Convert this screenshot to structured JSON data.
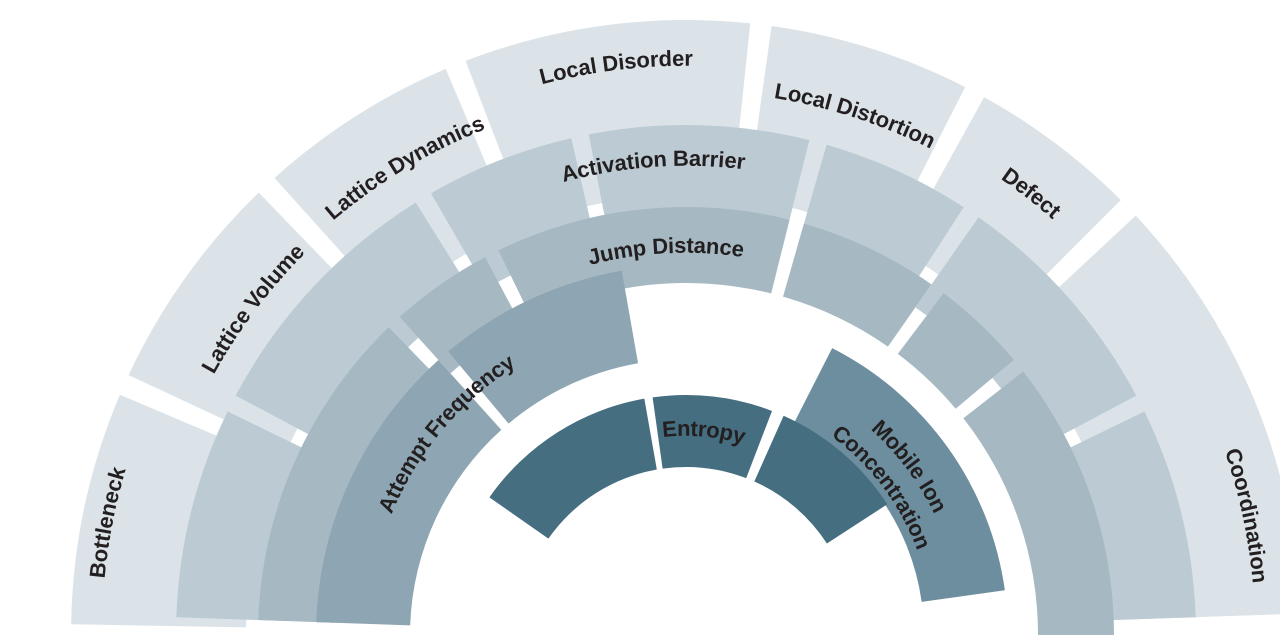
{
  "colors": {
    "ring1": "#456e80",
    "ring2": "#6d8e9e",
    "ring3": "#8ea6b3",
    "ring4": "#a6b9c3",
    "ring5": "#bccbd3",
    "ring6": "#dbe3e8"
  },
  "rings": [
    {
      "id": "ring-1",
      "color_key": "ring1",
      "segments": [
        {
          "label": ""
        },
        {
          "label": "Entropy"
        },
        {
          "label": ""
        }
      ]
    },
    {
      "id": "ring-2",
      "color_key": "ring2",
      "segments": [
        {
          "label": "Mobile Ion Concentration",
          "lines": [
            "Mobile Ion",
            "Concentration"
          ]
        }
      ]
    },
    {
      "id": "ring-3",
      "color_key": "ring3",
      "segments": [
        {
          "label": "Attempt Frequency"
        },
        {
          "label": ""
        }
      ]
    },
    {
      "id": "ring-4",
      "color_key": "ring4",
      "segments": [
        {
          "label": ""
        },
        {
          "label": ""
        },
        {
          "label": "Jump Distance"
        },
        {
          "label": ""
        },
        {
          "label": ""
        },
        {
          "label": ""
        }
      ]
    },
    {
      "id": "ring-5",
      "color_key": "ring5",
      "segments": [
        {
          "label": ""
        },
        {
          "label": ""
        },
        {
          "label": ""
        },
        {
          "label": "Activation Barrier"
        },
        {
          "label": ""
        },
        {
          "label": ""
        },
        {
          "label": ""
        }
      ]
    },
    {
      "id": "ring-6",
      "color_key": "ring6",
      "segments": [
        {
          "label": "Bottleneck"
        },
        {
          "label": "Lattice Volume"
        },
        {
          "label": "Lattice Dynamics"
        },
        {
          "label": "Local Disorder"
        },
        {
          "label": "Local Distortion"
        },
        {
          "label": "Defect"
        },
        {
          "label": "Coordination"
        }
      ]
    }
  ]
}
